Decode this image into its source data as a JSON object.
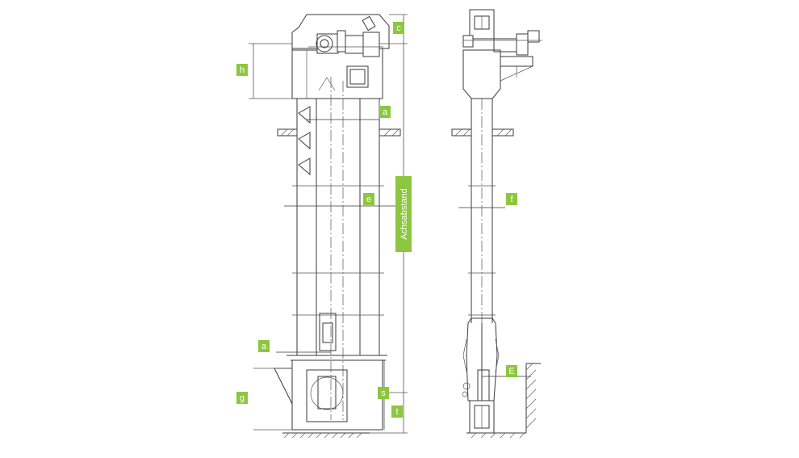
{
  "labels": {
    "h": "h",
    "c": "c",
    "a_top": "a",
    "e": "e",
    "achsabstand": "Achsabstand",
    "a_bottom": "a",
    "g": "g",
    "s": "s",
    "t": "t",
    "f": "f",
    "E": "E"
  },
  "colors": {
    "tag": "#8dc63f",
    "line": "#3a3a3a",
    "background": "#ffffff"
  }
}
